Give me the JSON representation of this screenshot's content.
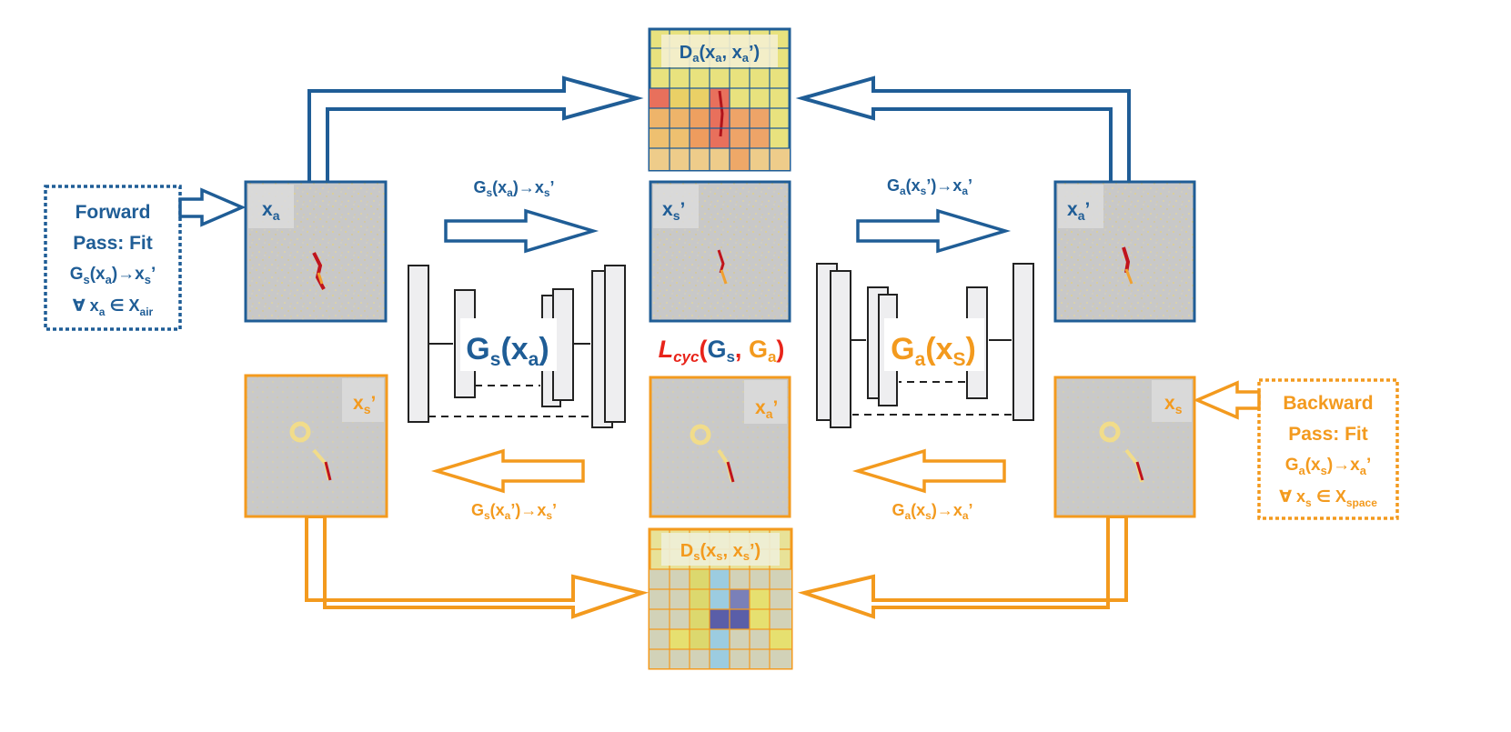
{
  "colors": {
    "forward": "#1f5d96",
    "backward": "#f39a1e",
    "cycle_loss": "#e8241a",
    "image_background": "#c8c8c8",
    "speckle": "#e8d27a",
    "damage": "#c0141c",
    "generator_block_fill": "#eeeef0"
  },
  "forward_pass": {
    "line1": "Forward",
    "line2": "Pass: Fit",
    "line3": "G",
    "line3_sub": "s",
    "line3_rest": "(x",
    "line3_sub2": "a",
    "line3_tail": ")→x",
    "line3_sub3": "s",
    "line3_end": "’",
    "line4": "∀ x",
    "line4_sub": "a",
    "line4_mid": " ∈ X",
    "line4_sub2": "air"
  },
  "backward_pass": {
    "line1": "Backward",
    "line2": "Pass: Fit",
    "line3": "G",
    "line3_sub": "a",
    "line3_rest": "(x",
    "line3_sub2": "s",
    "line3_tail": ")→x",
    "line3_sub3": "a",
    "line3_end": "’",
    "line4": "∀ x",
    "line4_sub": "s",
    "line4_mid": " ∈ X",
    "line4_sub2": "space"
  },
  "images": {
    "xa": {
      "base": "x",
      "sub": "a",
      "prime": ""
    },
    "xs_prime_top": {
      "base": "x",
      "sub": "s",
      "prime": "’"
    },
    "xa_prime_right": {
      "base": "x",
      "sub": "a",
      "prime": "’"
    },
    "xs_prime_left": {
      "base": "x",
      "sub": "s",
      "prime": "’"
    },
    "xa_prime_center": {
      "base": "x",
      "sub": "a",
      "prime": "’"
    },
    "xs": {
      "base": "x",
      "sub": "s",
      "prime": ""
    }
  },
  "discriminators": {
    "top": {
      "d": "D",
      "d_sub": "a",
      "open": "(x",
      "x1_sub": "a",
      "mid": ", x",
      "x2_sub": "a",
      "close": "’)"
    },
    "bottom": {
      "d": "D",
      "d_sub": "s",
      "open": "(x",
      "x1_sub": "s",
      "mid": ", x",
      "x2_sub": "s",
      "close": "’)"
    }
  },
  "generators": {
    "left": {
      "g": "G",
      "g_sub": "s",
      "open": "(x",
      "x_sub": "a",
      "close": ")"
    },
    "right": {
      "g": "G",
      "g_sub": "a",
      "open": "(x",
      "x_sub": "S",
      "close": ")"
    }
  },
  "cycle_loss": {
    "l": "L",
    "l_sub": "cyc",
    "open": "(",
    "g1": "G",
    "g1_sub": "s",
    "comma": ",",
    "g2": " G",
    "g2_sub": "a",
    "close": ")"
  },
  "arrow_labels": {
    "top_left": {
      "g": "G",
      "g_sub": "s",
      "open": "(x",
      "x_sub": "a",
      "close": ")→x",
      "y_sub": "s",
      "end": "’"
    },
    "top_right": {
      "g": "G",
      "g_sub": "a",
      "open": "(x",
      "x_sub": "s",
      "close": "’)→x",
      "y_sub": "a",
      "end": "’"
    },
    "bottom_left": {
      "g": "G",
      "g_sub": "s",
      "open": "(x",
      "x_sub": "a",
      "close": "’)→x",
      "y_sub": "s",
      "end": "’"
    },
    "bottom_right": {
      "g": "G",
      "g_sub": "a",
      "open": "(x",
      "x_sub": "s",
      "close": ")→x",
      "y_sub": "a",
      "end": "’"
    }
  }
}
